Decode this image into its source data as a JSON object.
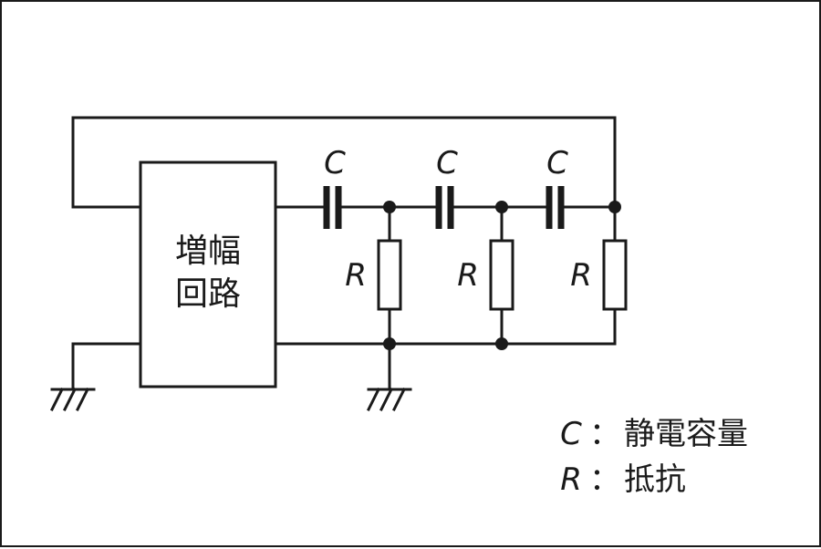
{
  "amplifier": {
    "label_line1": "増幅",
    "label_line2": "回路"
  },
  "components": {
    "capacitor_symbol": "C",
    "resistor_symbol": "R"
  },
  "legend": {
    "items": [
      {
        "symbol": "C",
        "separator": "：",
        "meaning": "静電容量"
      },
      {
        "symbol": "R",
        "separator": "：",
        "meaning": "抵抗"
      }
    ]
  }
}
